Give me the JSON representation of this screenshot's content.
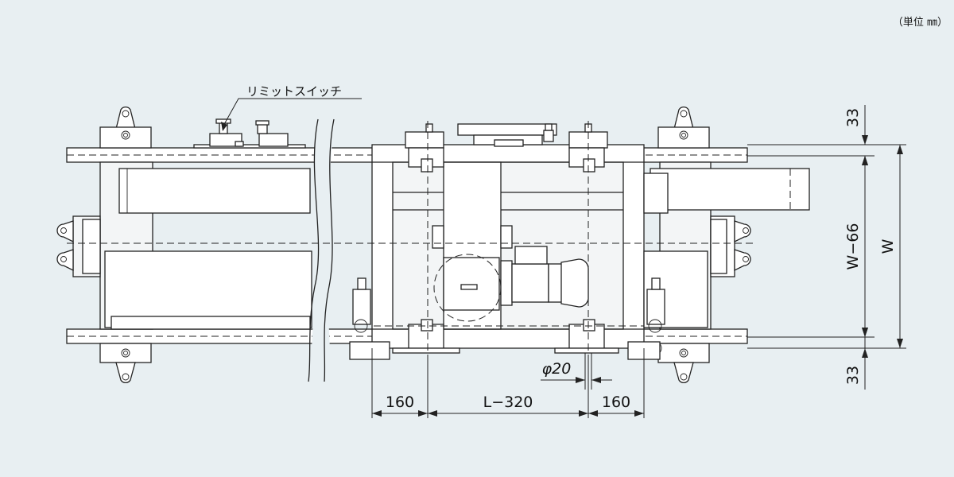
{
  "units_note": "（単位 ㎜）",
  "labels": {
    "limit_switch": "リミットスイッチ"
  },
  "dimensions": {
    "top_gap": "33",
    "bottom_gap": "33",
    "inner_width": "W−66",
    "overall_width": "W",
    "left_offset": "160",
    "center_span": "L−320",
    "right_offset": "160",
    "pin_diameter": "φ20"
  },
  "colors": {
    "background": "#e8eff2",
    "line": "#222222",
    "part_fill": "#ffffff"
  }
}
